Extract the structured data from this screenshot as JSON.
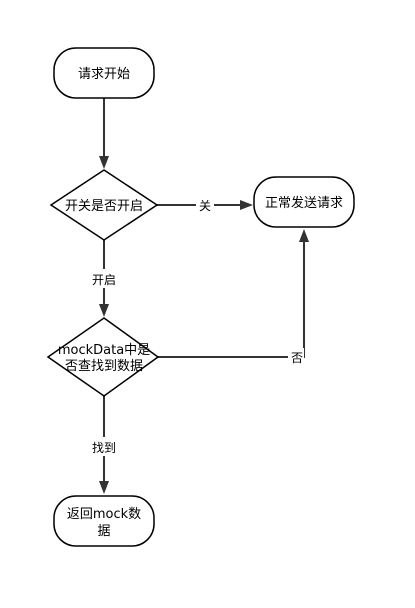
{
  "nodes": {
    "start": {
      "line1": "请求开始"
    },
    "switch_check": {
      "line1": "开关是否开启"
    },
    "normal_request": {
      "line1": "正常发送请求"
    },
    "mock_check": {
      "line1": "mockData中是",
      "line2": "否查找到数据"
    },
    "return_mock": {
      "line1": "返回mock数",
      "line2": "据"
    }
  },
  "edges": {
    "off_label": "关",
    "on_label": "开启",
    "not_found_label": "否",
    "found_label": "找到"
  },
  "colors": {
    "stroke": "#000000",
    "edge": "#333333",
    "fill": "#ffffff"
  }
}
